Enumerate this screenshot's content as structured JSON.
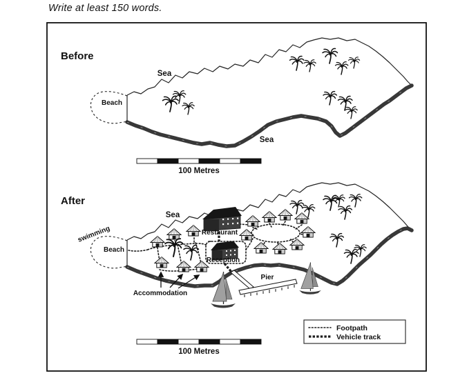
{
  "instruction": "Write at least 150 words.",
  "before": {
    "title": "Before",
    "sea_top": "Sea",
    "sea_bottom": "Sea",
    "beach": "Beach",
    "scale_label": "100 Metres"
  },
  "after": {
    "title": "After",
    "sea": "Sea",
    "swimming": "swimming",
    "beach": "Beach",
    "restaurant": "Restaurant",
    "reception": "Reception",
    "accommodation": "Accommodation",
    "pier": "Pier",
    "scale_label": "100 Metres"
  },
  "legend": {
    "footpath": "Footpath",
    "vehicle_track": "Vehicle track"
  },
  "colors": {
    "paper": "#ffffff",
    "ink": "#111111",
    "coast_band": "#383838",
    "building_roof": "#161616",
    "building_wall": "#404040",
    "sail": "#a0a0a0"
  }
}
